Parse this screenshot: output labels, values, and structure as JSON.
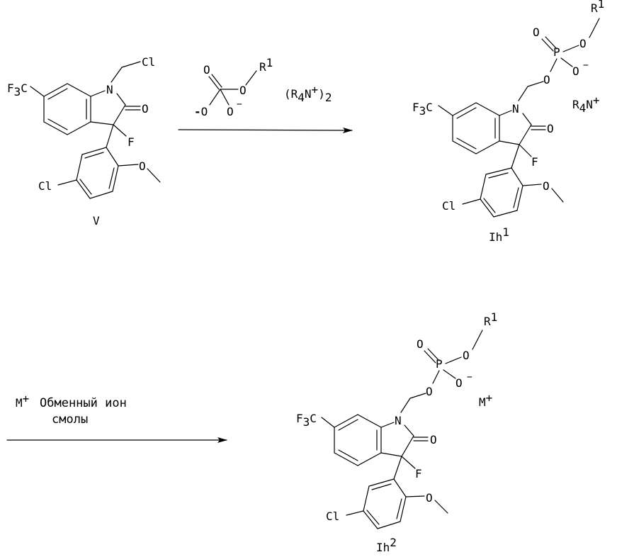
{
  "colors": {
    "ink": "#000000",
    "background": "#ffffff"
  },
  "compound_V": {
    "label": "V",
    "n": "N",
    "o": "O",
    "f": "F",
    "cl_ring": "Cl",
    "o_methoxy": "O",
    "cl_chloromethyl": "Cl",
    "f3": "F",
    "f3_sub": "3",
    "c": "C"
  },
  "reagent": {
    "o_double": "O",
    "o_ester": "O",
    "r": "R",
    "r_sup": "1",
    "o_minus1": "O",
    "o_minus2": "O",
    "minus": "-",
    "minus2": "−",
    "ammonium": {
      "open": "(R",
      "sub4": "4",
      "n": "N",
      "plus": "+",
      "close": ")",
      "sub2": "2"
    }
  },
  "compound_Ih1": {
    "label": "Ih",
    "label_sup": "1",
    "r": "R",
    "r_sup": "1",
    "o_double": "O",
    "p": "P",
    "o_ester": "O",
    "o_minus": "O",
    "minus": "−",
    "o_link": "O",
    "n": "N",
    "o": "O",
    "f": "F",
    "cl": "Cl",
    "o_methoxy": "O",
    "f3": "F",
    "f3_sub": "3",
    "c": "C",
    "counterion": {
      "r": "R",
      "sub4": "4",
      "n": "N",
      "plus": "+"
    }
  },
  "step2": {
    "m": "M",
    "plus": "+",
    "line1": "Обменный ион",
    "line2": "смолы"
  },
  "compound_Ih2": {
    "label": "Ih",
    "label_sup": "2",
    "r": "R",
    "r_sup": "1",
    "o_double": "O",
    "p": "P",
    "o_ester": "O",
    "o_minus": "O",
    "minus": "−",
    "o_link": "O",
    "n": "N",
    "o": "O",
    "f": "F",
    "cl": "Cl",
    "o_methoxy": "O",
    "f3": "F",
    "f3_sub": "3",
    "c": "C",
    "counterion": {
      "m": "M",
      "plus": "+"
    }
  }
}
